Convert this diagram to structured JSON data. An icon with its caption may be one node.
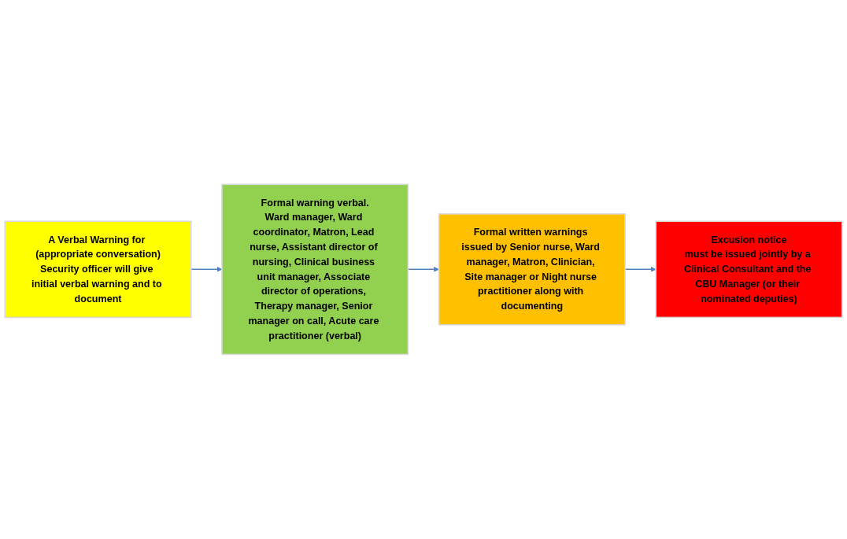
{
  "diagram": {
    "nodes": [
      {
        "text": [
          "A Verbal Warning for (appropriate conversation)",
          "Security officer will give initial verbal warning and to document"
        ]
      },
      {
        "text": [
          "Formal warning verbal.",
          "Ward manager, Ward coordinator, Matron, Lead nurse, Assistant director of nursing, Clinical business unit manager, Associate director of operations, Therapy manager, Senior manager on call, Acute care practitioner (verbal)"
        ]
      },
      {
        "text": [
          "Formal written warnings issued by Senior nurse, Ward manager, Matron, Clinician, Site manager or Night nurse practitioner along with documenting"
        ]
      },
      {
        "text": [
          "Excusion notice",
          "must be issued jointly by a Clinical Consultant and the CBU Manager (or their nominated deputies)"
        ]
      }
    ],
    "edges": [
      {
        "from": 0,
        "to": 1,
        "arrow": "to"
      },
      {
        "from": 1,
        "to": 2,
        "arrow": "to"
      },
      {
        "from": 2,
        "to": 3,
        "arrow": "to"
      }
    ]
  }
}
